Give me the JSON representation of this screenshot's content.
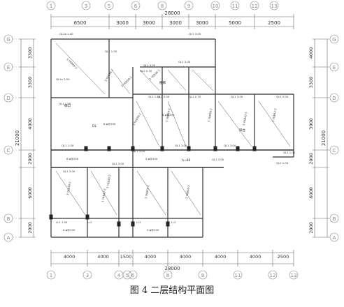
{
  "caption": "图 4  二层结构平面图",
  "top_dims": [
    "6500",
    "3000",
    "3000",
    "3000",
    "3000",
    "5000",
    "2500"
  ],
  "top_total": "28000",
  "bottom_dims": [
    "4000",
    "4000",
    "1500",
    "4000",
    "4000",
    "4000",
    "4000",
    "2500"
  ],
  "bottom_total": "28000",
  "col_axes_top": [
    "1",
    "3",
    "5",
    "6",
    "8",
    "9",
    "10",
    "11",
    "12",
    "13"
  ],
  "col_axes_bottom": [
    "1",
    "3",
    "4",
    "5",
    "6",
    "8",
    "9",
    "11",
    "12",
    "13"
  ],
  "row_axes": [
    "G",
    "E",
    "D",
    "C",
    "B",
    "A"
  ],
  "left_dims": [
    "3300",
    "3300",
    "4000",
    "2000",
    "6000",
    "2000"
  ],
  "left_total": "21000",
  "right_dims": [
    "4000",
    "3300",
    "3000",
    "2000",
    "6000",
    "2000"
  ],
  "right_total": "21000",
  "beam_labels": [
    "QL1b 1.00",
    "QL1 1.00",
    "QL1a 1.00",
    "QL1 1.00",
    "QL1 1.00",
    "QL1 3.00",
    "QL1 3.00",
    "QL2 3.00",
    "QL1 3.00",
    "QL1 3.00",
    "QL1 3.00",
    "QL1 3.00",
    "QL1 3.00",
    "QL2 1.00",
    "QL1 3.00",
    "LL2 1.00",
    "LL2",
    "LL2",
    "LL2",
    "QL2 2.70",
    "QL1 4.50",
    "QL1 1.50",
    "QL1 2.70",
    "QL1 3.00",
    "QL2 1.00",
    "QL1 3.00"
  ],
  "slab_labels": [
    "5 YKB45-2",
    "5 YKB36-2",
    "2 YKB39-2",
    "2 YKB36-2",
    "5 YKB39-2",
    "5 YKB39-2",
    "5 YKB39-2",
    "5 YKB42-5",
    "5 YKB42-2",
    "3 YKB39-2",
    "1 YKB42-2",
    "3 YKB39-2",
    "2 YKB36-2",
    "5 YKB30-2"
  ],
  "room_labels": [
    "楼梯",
    "阳台",
    "梯口",
    "DL",
    "h=60"
  ],
  "note_labels": [
    "4-φ@200",
    "5-φ@200",
    "6-φ@200",
    "4-φ@200",
    "6-φ@200",
    "6-φ@200"
  ]
}
